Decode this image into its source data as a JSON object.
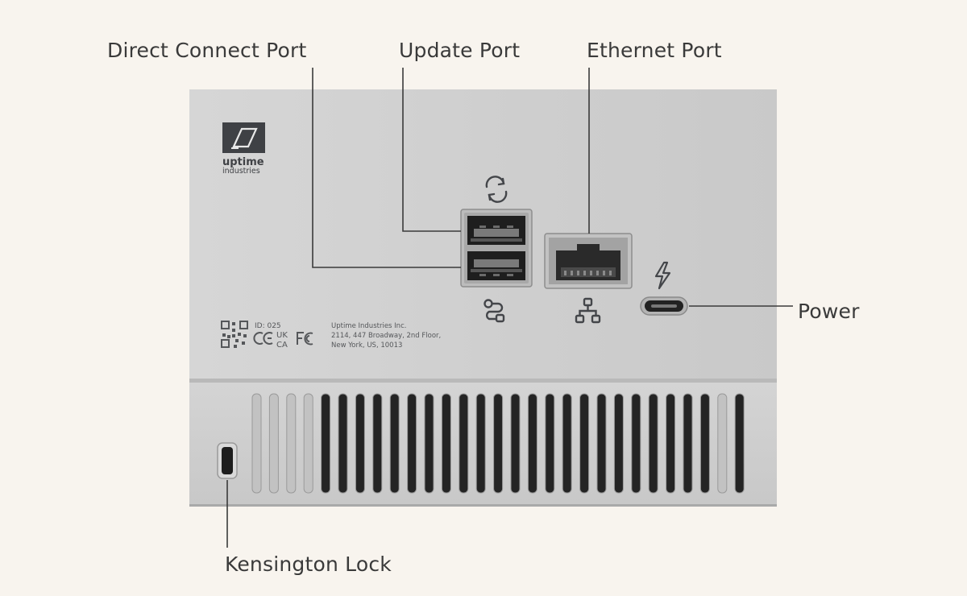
{
  "labels": {
    "direct_connect": "Direct Connect Port",
    "update": "Update Port",
    "ethernet": "Ethernet Port",
    "power": "Power",
    "kensington": "Kensington Lock"
  },
  "device": {
    "brand_line1": "uptime",
    "brand_line2": "industries",
    "id_text": "ID: 025",
    "cert_uk": "UK",
    "cert_ca": "CA",
    "company": "Uptime Industries Inc.",
    "address_line1": "2114, 447 Broadway, 2nd Floor,",
    "address_line2": "New York, US, 10013"
  },
  "icons": {
    "update_port": "refresh-icon",
    "direct_connect_port": "route-icon",
    "ethernet_port": "network-icon",
    "power_port": "lightning-icon"
  },
  "colors": {
    "background": "#f8f4ee",
    "device": "#d2d2d2",
    "label_text": "#3a3a3a",
    "leader_line": "#3a3a3a"
  }
}
